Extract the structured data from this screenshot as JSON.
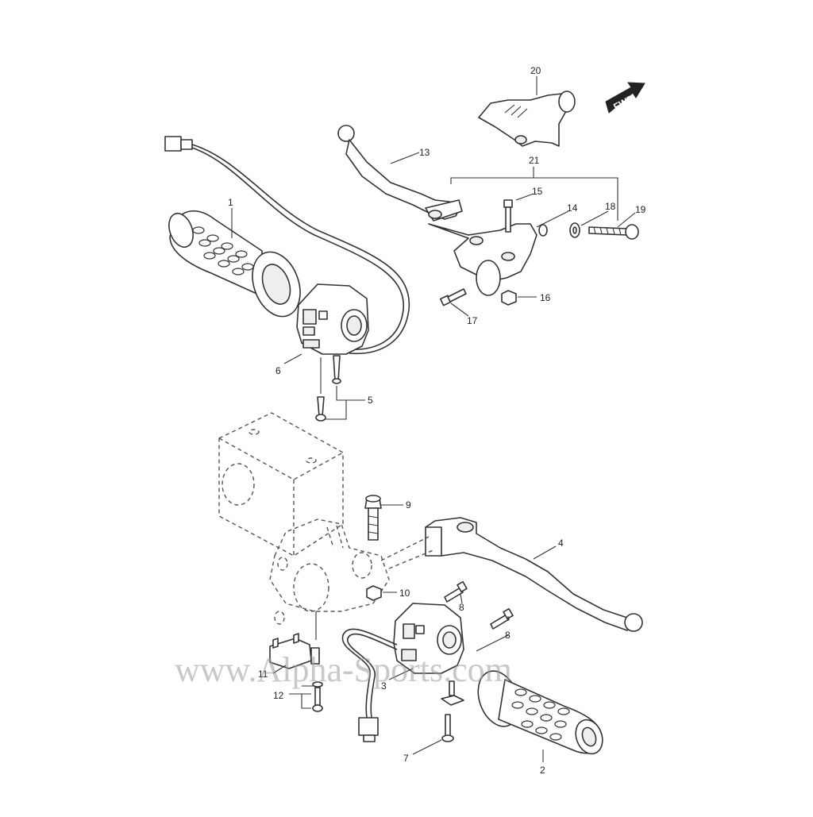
{
  "diagram": {
    "orientation_label": "FWD",
    "watermark": "www.Alpha-Sports.com",
    "callouts": [
      {
        "id": "1",
        "text": "1"
      },
      {
        "id": "2",
        "text": "2"
      },
      {
        "id": "3",
        "text": "3"
      },
      {
        "id": "4",
        "text": "4"
      },
      {
        "id": "5",
        "text": "5"
      },
      {
        "id": "6",
        "text": "6"
      },
      {
        "id": "7",
        "text": "7"
      },
      {
        "id": "8a",
        "text": "8"
      },
      {
        "id": "8b",
        "text": "8"
      },
      {
        "id": "9",
        "text": "9"
      },
      {
        "id": "10",
        "text": "10"
      },
      {
        "id": "11",
        "text": "11"
      },
      {
        "id": "12",
        "text": "12"
      },
      {
        "id": "13",
        "text": "13"
      },
      {
        "id": "14",
        "text": "14"
      },
      {
        "id": "15",
        "text": "15"
      },
      {
        "id": "16",
        "text": "16"
      },
      {
        "id": "17",
        "text": "17"
      },
      {
        "id": "18",
        "text": "18"
      },
      {
        "id": "19",
        "text": "19"
      },
      {
        "id": "20",
        "text": "20"
      },
      {
        "id": "21",
        "text": "21"
      }
    ]
  }
}
